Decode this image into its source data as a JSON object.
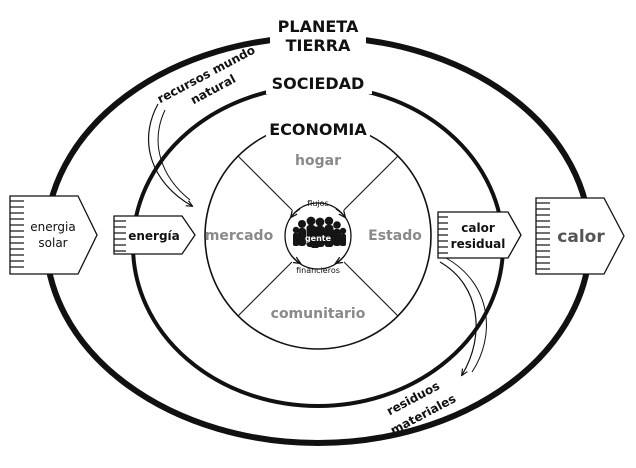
{
  "diagram": {
    "planet_label_line1": "PLANETA",
    "planet_label_line2": "TIERRA",
    "society_label": "SOCIEDAD",
    "economy_label": "ECONOMIA",
    "resources_line1": "recursos mundo",
    "resources_line2": "natural",
    "solar_line1": "energia",
    "solar_line2": "solar",
    "energy_label": "energía",
    "residual_heat_line1": "calor",
    "residual_heat_line2": "residual",
    "heat_label": "calor",
    "waste_line1": "residuos",
    "waste_line2": "materiales",
    "sector_top": "hogar",
    "sector_left": "mercado",
    "sector_right": "Estado",
    "sector_bottom": "comunitario",
    "center_label": "gente",
    "flow_top": "flujos",
    "flow_bottom": "financieros"
  },
  "colors": {
    "line": "#111111",
    "sector_text": "#8a8a8a",
    "text": "#111111",
    "arrow_fill": "#ffffff",
    "people_fill": "#151515"
  }
}
